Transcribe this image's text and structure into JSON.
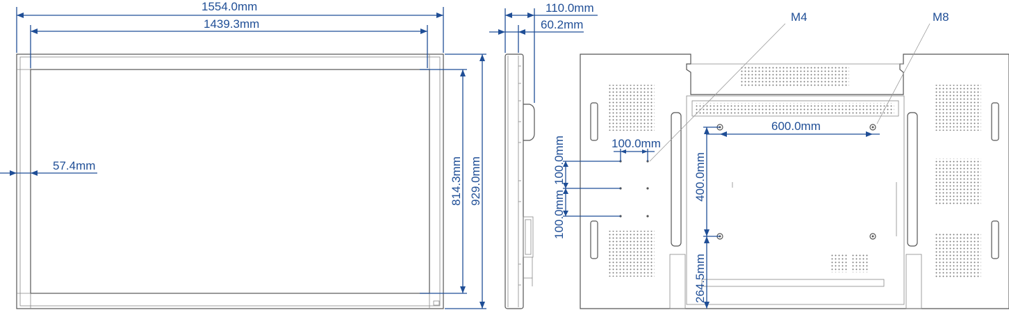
{
  "front_view": {
    "overall_width": "1554.0mm",
    "screen_width": "1439.3mm",
    "bezel_width": "57.4mm",
    "screen_height": "814.3mm",
    "overall_height": "929.0mm"
  },
  "side_view": {
    "overall_depth": "110.0mm",
    "body_depth": "60.2mm"
  },
  "rear_view": {
    "screw_small": "M4",
    "screw_large": "M8",
    "vesa_horizontal": "600.0mm",
    "small_hole_spacing_h": "100.0mm",
    "small_hole_spacing_v1": "100.0mm",
    "small_hole_spacing_v2": "100.0mm",
    "vesa_vertical": "400.0mm",
    "bottom_offset": "264.5mm"
  },
  "colors": {
    "dimension": "#1f4e96",
    "outline": "#555555"
  }
}
